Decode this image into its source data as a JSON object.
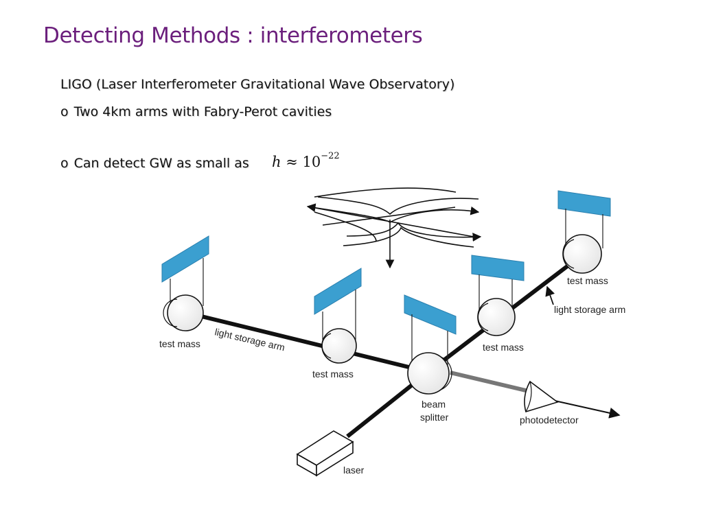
{
  "slide": {
    "title": "Detecting Methods : interferometers",
    "subtitle": "LIGO (Laser Interferometer Gravitational Wave Observatory)",
    "bullets": [
      {
        "marker": "o",
        "text": "Two 4km arms with Fabry-Perot cavities"
      },
      {
        "marker": "o",
        "text": "Can detect GW as small as"
      }
    ],
    "formula": {
      "var": "h",
      "rel": "≈",
      "base": "10",
      "exp": "−22"
    }
  },
  "diagram": {
    "labels": {
      "test_mass_left": "test mass",
      "test_mass_mid": "test mass",
      "test_mass_right": "test mass",
      "test_mass_far": "test mass",
      "arm_left": "light storage arm",
      "arm_right": "light storage arm",
      "beam_splitter_1": "beam",
      "beam_splitter_2": "splitter",
      "photodetector": "photodetector",
      "laser": "laser"
    },
    "colors": {
      "title": "#6b1f7c",
      "mirror_panel": "#3b9fd0",
      "arm": "#111111",
      "detector_beam": "#777777"
    }
  }
}
